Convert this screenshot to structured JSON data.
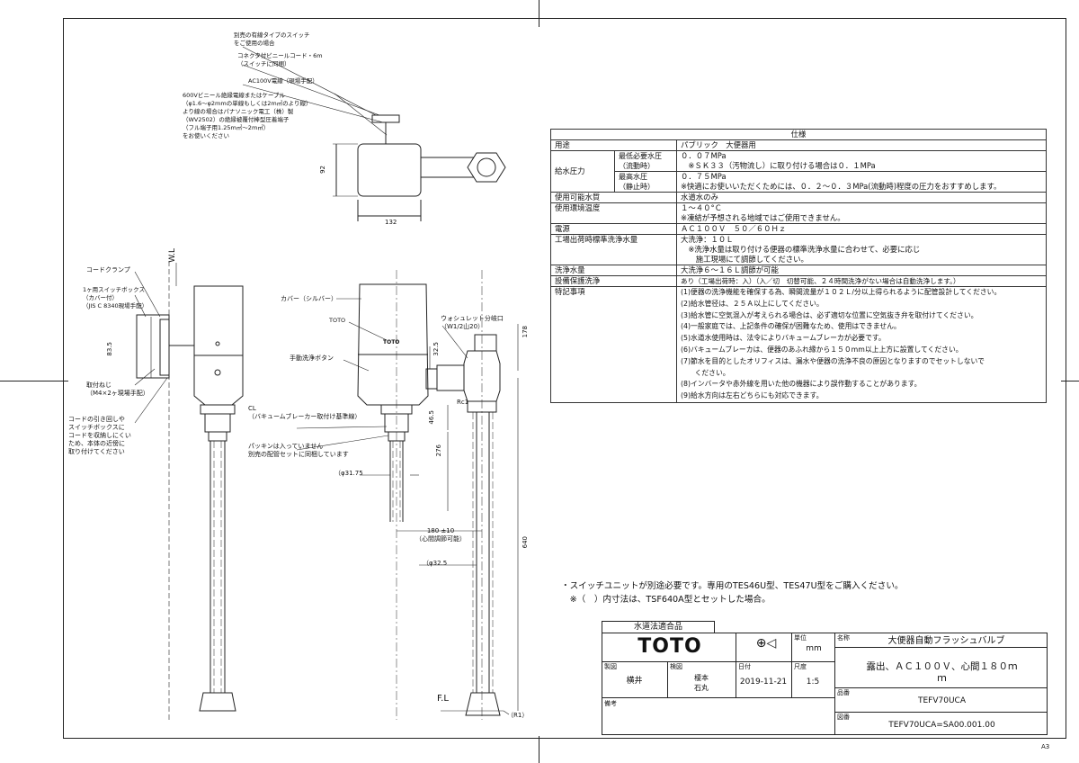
{
  "callouts": {
    "switch_option": "別売の有線タイプのスイッチ\nをご使用の場合",
    "cord": "コネクタ付ビニールコード・6m\n（スイッチに同梱）",
    "power_line": "AC100V電線（現場手配）",
    "cable_spec": "600Vビニール絶縁電線またはケーブル\n（φ1.6～φ2mmの単線もしくは2m㎡のより線）\nより線の場合はパナソニック電工（株）製\n（WV2502）の絶縁被覆付棒型圧着端子\n（フル端子用1.25m㎡～2m㎡）\nをお使いください",
    "cord_clamp": "コードクランプ",
    "switch_box": "1ヶ用スイッチボックス\n（カバー付）\n（JIS C 8340現場手配）",
    "mount_screw": "取付ねじ\n（M4×2ヶ現場手配）",
    "cord_note": "コードの引き回しや\nスイッチボックスに\nコードを収納しにくい\nため、本体の近傍に\n取り付けてください",
    "cover": "カバー（シルバー）",
    "toto_label": "TOTO",
    "manual_button": "手動洗浄ボタン",
    "washlet_outlet": "ウォシュレット分岐口\n（W1/2山20）",
    "cl_label": "CL\n（バキュームブレーカー取付け基準線）",
    "packing": "パッキンは入っていません\n別売の配管セットに同梱しています",
    "rc1": "Rc1",
    "wl": "W.L",
    "fl": "F.L",
    "logo_small": "TOTO"
  },
  "dimensions": {
    "d92": "92",
    "d132": "132",
    "d83_5": "83.5",
    "d178": "178",
    "d32_5a": "32.5",
    "d46_5": "46.5",
    "d276": "276",
    "d31_75": "（φ31.75",
    "d180": "180 ±10\n（心間調節可能）",
    "d32_5b": "（φ32.5",
    "d640": "640",
    "r1": "（R1）"
  },
  "spec": {
    "title": "仕様",
    "rows": [
      {
        "k": "用途",
        "v": "パブリック　大便器用"
      },
      {
        "k": "給水圧力",
        "sub": "最低必要水圧\n（流動時）",
        "v": "０．０７MPa\n　※ＳＫ３３（汚物流し）に取り付ける場合は０．１MPa"
      },
      {
        "sub": "最高水圧\n（静止時）",
        "v": "０．７５MPa\n※快適にお使いいただくためには、０．２～０．３MPa(流動時)程度の圧力をおすすめします。"
      },
      {
        "k": "使用可能水質",
        "v": "水道水のみ"
      },
      {
        "k": "使用環境温度",
        "v": "１～４０°Ｃ\n※凍結が予想される地域ではご使用できません。"
      },
      {
        "k": "電源",
        "v": "ＡＣ１００Ｖ　５０／６０Ｈｚ"
      },
      {
        "k": "工場出荷時標準洗浄水量",
        "v": "大洗浄：１０Ｌ\n　※洗浄水量は取り付ける便器の標準洗浄水量に合わせて、必要に応じ\n　　施工現場にて調節してください。"
      },
      {
        "k": "洗浄水量",
        "v": "大洗浄６～１６Ｌ調節が可能"
      },
      {
        "k": "設備保護洗浄",
        "v": "あり（工場出荷時：入）（入／切　切替可能、２４時間洗浄がない場合は自動洗浄します。）"
      },
      {
        "k": "特記事項",
        "v": "(1)便器の洗浄機能を確保する為、瞬間流量が１０２Ｌ/分以上得られるように配管設計してください。\n(2)給水管径は、２５Ａ以上にしてください。\n(3)給水管に空気混入が考えられる場合は、必ず適切な位置に空気抜き弁を取付けてください。\n(4)一般家庭では、上記条件の確保が困難なため、使用はできません。\n(5)水道水使用時は、法令によりバキュームブレーカが必要です。\n(6)バキュームブレーカは、便器のあふれ縁から１５０mm以上上方に設置してください。\n(7)節水を目的としたオリフィスは、漏水や便器の洗浄不良の原因となりますのでセットしないで\n　　ください。\n(8)インバータや赤外線を用いた他の機器により誤作動することがあります。\n(9)給水方向は左右どちらにも対応できます。"
      }
    ]
  },
  "notes": {
    "line1": "・スイッチユニットが別途必要です。専用のTES46U型、TES47U型をご購入ください。",
    "line2": "　※（　）内寸法は、TSF640A型とセットした場合。"
  },
  "title_block": {
    "compliance": "水道法適合品",
    "logo": "TOTO",
    "unit_label": "単位",
    "unit": "mm",
    "name_label": "名称",
    "name1": "大便器自動フラッシュバルブ",
    "name2": "露出、ＡＣ１００Ｖ、心間１８０ｍ\nｍ",
    "drawn_label": "製図",
    "drawn": "横井",
    "checked_label": "検図",
    "checked": "榎本\n石丸",
    "date_label": "日付",
    "date": "2019-11-21",
    "scale_label": "尺度",
    "scale": "1:5",
    "part_label": "品番",
    "part": "TEFV70UCA",
    "remarks_label": "備考",
    "drawing_label": "図番",
    "drawing": "TEFV70UCA=SA00.001.00",
    "sheet": "A3"
  }
}
